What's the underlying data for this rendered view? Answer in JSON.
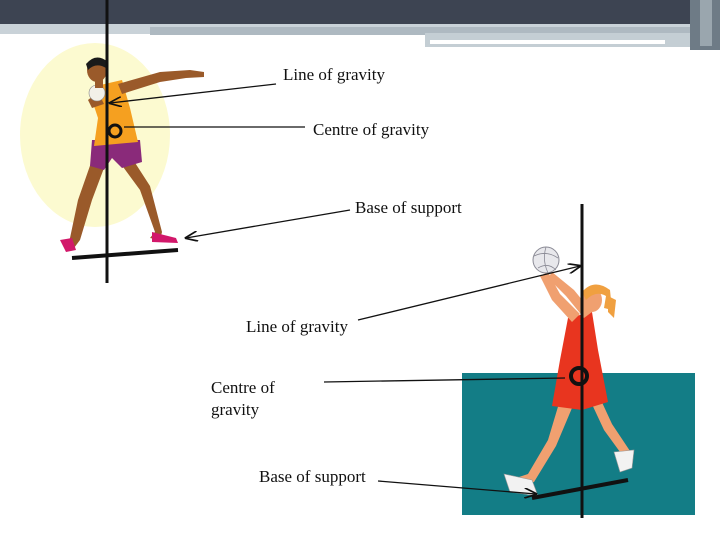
{
  "labels": {
    "line_of_gravity_1": "Line of gravity",
    "centre_of_gravity_1": "Centre of gravity",
    "base_of_support_1": "Base of support",
    "line_of_gravity_2": "Line of gravity",
    "centre_of_gravity_2": "Centre of gravity",
    "base_of_support_2": "Base of support"
  },
  "colors": {
    "header_bar": "#3d4452",
    "header_accent": "#b8c4cc",
    "court": "#137d86",
    "halo": "#fcfad0",
    "thrower_skin": "#9a5a2a",
    "thrower_shirt": "#f5a020",
    "thrower_shorts": "#8a2a7a",
    "player_dress": "#e8351f",
    "player_skin": "#f0a070",
    "player_hair": "#f0a040"
  },
  "icons": [
    "shot-putter-figure",
    "netball-player-figure",
    "ball-icon"
  ]
}
